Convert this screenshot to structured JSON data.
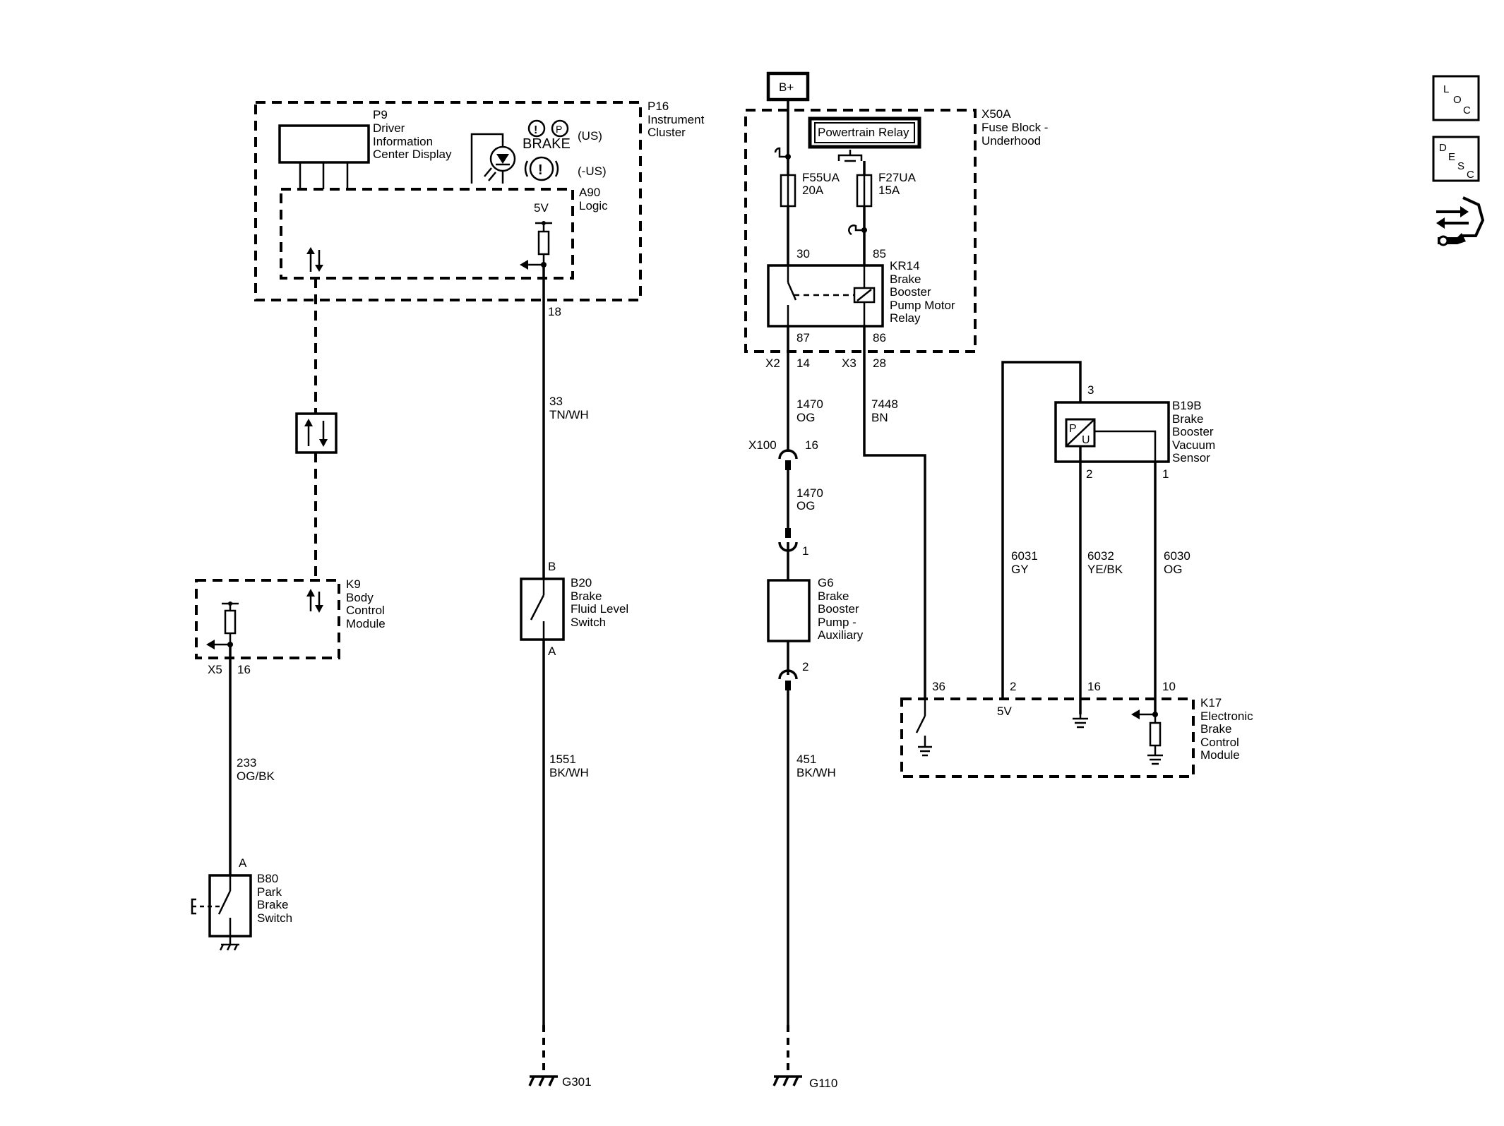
{
  "components": {
    "p16": {
      "ref": "P16",
      "name": [
        "Instrument",
        "Cluster"
      ]
    },
    "p9": {
      "ref": "P9",
      "name": [
        "Driver",
        "Information",
        "Center Display"
      ]
    },
    "a90": {
      "ref": "A90",
      "name": [
        "Logic"
      ]
    },
    "brake_lamp": {
      "text": "BRAKE",
      "us": "(US)",
      "non_us": "(-US)"
    },
    "k9": {
      "ref": "K9",
      "name": [
        "Body",
        "Control",
        "Module"
      ]
    },
    "b80": {
      "ref": "B80",
      "name": [
        "Park",
        "Brake",
        "Switch"
      ]
    },
    "b20": {
      "ref": "B20",
      "name": [
        "Brake",
        "Fluid Level",
        "Switch"
      ]
    },
    "x50a": {
      "ref": "X50A",
      "name": [
        "Fuse Block -",
        "Underhood"
      ]
    },
    "powertrain_relay": {
      "text": "Powertrain Relay"
    },
    "f55ua": {
      "ref": "F55UA",
      "rating": "20A"
    },
    "f27ua": {
      "ref": "F27UA",
      "rating": "15A"
    },
    "kr14": {
      "ref": "KR14",
      "name": [
        "Brake",
        "Booster",
        "Pump Motor",
        "Relay"
      ]
    },
    "g6": {
      "ref": "G6",
      "name": [
        "Brake",
        "Booster",
        "Pump -",
        "Auxiliary"
      ]
    },
    "b19b": {
      "ref": "B19B",
      "name": [
        "Brake",
        "Booster",
        "Vacuum",
        "Sensor"
      ],
      "p": "P",
      "u": "U"
    },
    "k17": {
      "ref": "K17",
      "name": [
        "Electronic",
        "Brake",
        "Control",
        "Module"
      ]
    },
    "bplus": {
      "text": "B+"
    },
    "g301": {
      "text": "G301"
    },
    "g110": {
      "text": "G110"
    }
  },
  "pins": {
    "a90_5v": "5V",
    "p16_18": "18",
    "k9_conn": "X5",
    "k9_pin": "16",
    "b80_a": "A",
    "b20_b": "B",
    "b20_a": "A",
    "relay_30": "30",
    "relay_85": "85",
    "relay_87": "87",
    "relay_86": "86",
    "x2": "X2",
    "x2_pin": "14",
    "x3": "X3",
    "x3_pin": "28",
    "x100": "X100",
    "x100_pin16": "16",
    "inline_1": "1",
    "inline_2": "2",
    "b19b_3": "3",
    "b19b_2": "2",
    "b19b_1": "1",
    "k17_36": "36",
    "k17_2": "2",
    "k17_16": "16",
    "k17_10": "10",
    "k17_5v": "5V"
  },
  "wires": {
    "w33": {
      "circuit": "33",
      "color": "TN/WH"
    },
    "w233": {
      "circuit": "233",
      "color": "OG/BK"
    },
    "w1551": {
      "circuit": "1551",
      "color": "BK/WH"
    },
    "w1470a": {
      "circuit": "1470",
      "color": "OG"
    },
    "w1470b": {
      "circuit": "1470",
      "color": "OG"
    },
    "w451": {
      "circuit": "451",
      "color": "BK/WH"
    },
    "w7448": {
      "circuit": "7448",
      "color": "BN"
    },
    "w6031": {
      "circuit": "6031",
      "color": "GY"
    },
    "w6032": {
      "circuit": "6032",
      "color": "YE/BK"
    },
    "w6030": {
      "circuit": "6030",
      "color": "OG"
    }
  },
  "sidebar": {
    "loc": [
      "L",
      "O",
      "C"
    ],
    "desc": [
      "D",
      "E",
      "S",
      "C"
    ],
    "connector_icon": "connector-repair-icon"
  }
}
